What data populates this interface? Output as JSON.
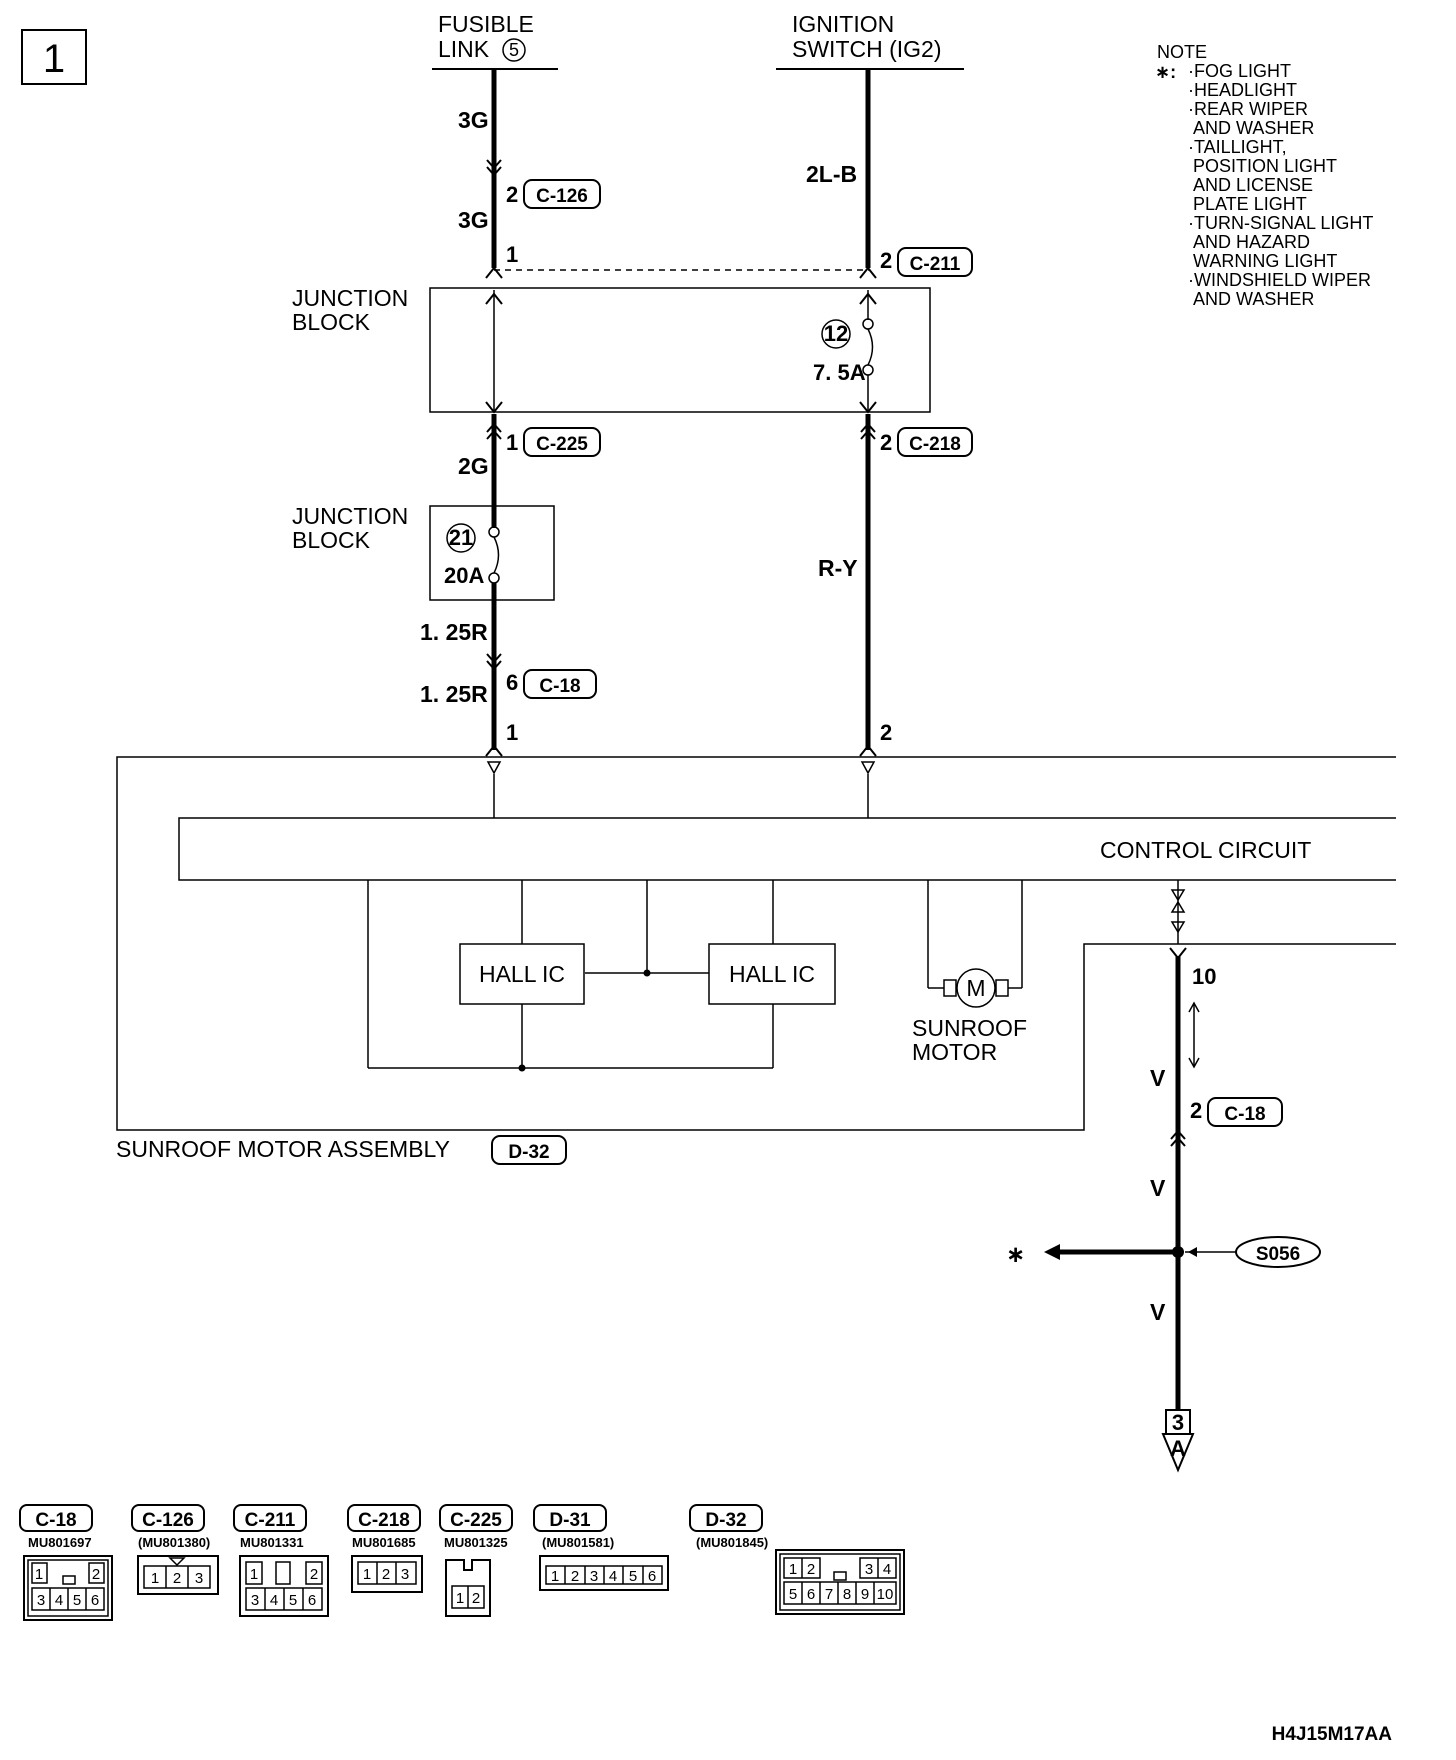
{
  "page_number": "1",
  "drawing_code": "H4J15M17AA",
  "sources": {
    "fusible_link": {
      "line1": "FUSIBLE",
      "line2": "LINK",
      "number": "5"
    },
    "ignition_switch": {
      "line1": "IGNITION",
      "line2": "SWITCH (IG2)"
    }
  },
  "note": {
    "title": "NOTE",
    "marker": "∗:",
    "lines": [
      "·FOG LIGHT",
      "·HEADLIGHT",
      "·REAR WIPER",
      "AND WASHER",
      "·TAILLIGHT,",
      "POSITION LIGHT",
      "AND LICENSE",
      "PLATE LIGHT",
      "·TURN-SIGNAL LIGHT",
      "AND HAZARD",
      "WARNING LIGHT",
      "·WINDSHIELD WIPER",
      "AND WASHER"
    ]
  },
  "wires": {
    "w3g_top": "3G",
    "w3g_bottom": "3G",
    "w2lb": "2L-B",
    "w2g": "2G",
    "wry": "R-Y",
    "w125r_top": "1. 25R",
    "w125r_bottom": "1. 25R",
    "v1": "V",
    "v2": "V",
    "v3": "V"
  },
  "pins": {
    "c126_pin": "2",
    "jb_left_top_pin": "1",
    "c211_pin": "2",
    "c225_pin": "1",
    "c218_pin": "2",
    "c18_pin": "6",
    "d32_pin_left": "1",
    "d32_pin_right": "2",
    "d32_pin_10": "10",
    "c18_lower_pin": "2"
  },
  "connectors": {
    "c126": "C-126",
    "c211": "C-211",
    "c225": "C-225",
    "c218": "C-218",
    "c18": "C-18",
    "c18_lower": "C-18",
    "d32": "D-32"
  },
  "junction_block_1": {
    "line1": "JUNCTION",
    "line2": "BLOCK"
  },
  "junction_block_2": {
    "line1": "JUNCTION",
    "line2": "BLOCK"
  },
  "fuses": {
    "f12": {
      "number": "12",
      "rating": "7. 5A"
    },
    "f21": {
      "number": "21",
      "rating": "20A"
    }
  },
  "control_circuit": "CONTROL CIRCUIT",
  "hall_ic_left": "HALL IC",
  "hall_ic_right": "HALL IC",
  "motor": {
    "symbol": "M",
    "line1": "SUNROOF",
    "line2": "MOTOR"
  },
  "assembly": {
    "label": "SUNROOF MOTOR ASSEMBLY",
    "connector": "D-32"
  },
  "splice": {
    "label": "S056",
    "marker": "∗"
  },
  "continuation": {
    "page": "3",
    "point": "A"
  },
  "connector_table": [
    {
      "name": "C-18",
      "part": "MU801697",
      "top": [
        "1",
        "2"
      ],
      "bottom": [
        "3",
        "4",
        "5",
        "6"
      ]
    },
    {
      "name": "C-126",
      "part": "(MU801380)",
      "row": [
        "1",
        "2",
        "3"
      ]
    },
    {
      "name": "C-211",
      "part": "MU801331",
      "top": [
        "1",
        "2"
      ],
      "bottom": [
        "3",
        "4",
        "5",
        "6"
      ]
    },
    {
      "name": "C-218",
      "part": "MU801685",
      "row": [
        "1",
        "2",
        "3"
      ]
    },
    {
      "name": "C-225",
      "part": "MU801325",
      "row": [
        "1",
        "2"
      ]
    },
    {
      "name": "D-31",
      "part": "(MU801581)",
      "row": [
        "1",
        "2",
        "3",
        "4",
        "5",
        "6"
      ]
    },
    {
      "name": "D-32",
      "part": "(MU801845)",
      "top": [
        "1",
        "2",
        "3",
        "4"
      ],
      "bottom": [
        "5",
        "6",
        "7",
        "8",
        "9",
        "10"
      ]
    }
  ]
}
